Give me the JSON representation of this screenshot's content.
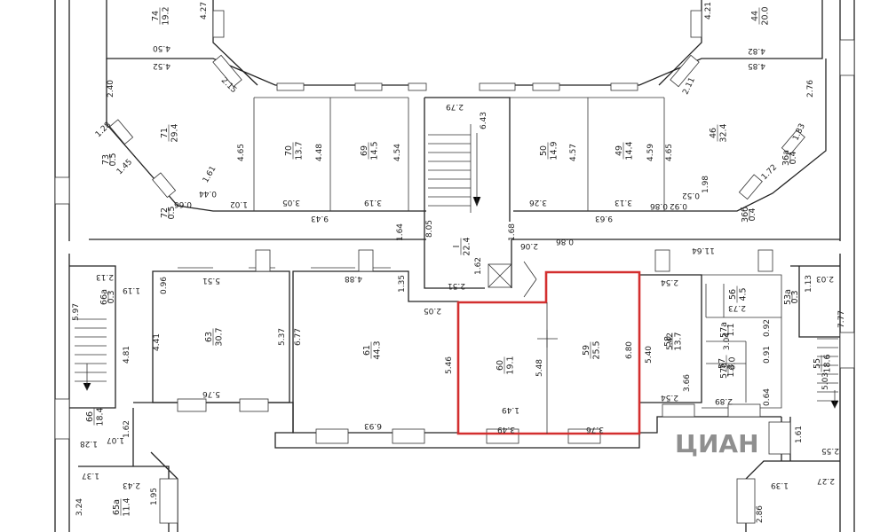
{
  "plan": {
    "highlight_color": "#d32f2f",
    "watermark": "ЦИАН",
    "rooms": [
      {
        "id": "74",
        "area": "19.2"
      },
      {
        "id": "44",
        "area": "20.0"
      },
      {
        "id": "71",
        "area": "29.4"
      },
      {
        "id": "70",
        "area": "13.7"
      },
      {
        "id": "69",
        "area": "14.5"
      },
      {
        "id": "50",
        "area": "14.9"
      },
      {
        "id": "49",
        "area": "14.4"
      },
      {
        "id": "46",
        "area": "32.4"
      },
      {
        "id": "I",
        "area": "22.4"
      },
      {
        "id": "63",
        "area": "30.7"
      },
      {
        "id": "61",
        "area": "44.3"
      },
      {
        "id": "60",
        "area": "19.1"
      },
      {
        "id": "59",
        "area": "25.5"
      },
      {
        "id": "58",
        "area": "13.7"
      },
      {
        "id": "56",
        "area": "4.5"
      },
      {
        "id": "57",
        "area": "6.0"
      },
      {
        "id": "66",
        "area": "18.4"
      },
      {
        "id": "65a",
        "area": "11.4"
      },
      {
        "id": "55",
        "area": "18.6"
      },
      {
        "id": "66a",
        "area": "0.3"
      },
      {
        "id": "53a",
        "area": "0.3"
      },
      {
        "id": "73",
        "area": "0.5"
      },
      {
        "id": "72",
        "area": "0.5"
      },
      {
        "id": "36a",
        "area": "0.4"
      },
      {
        "id": "36б",
        "area": "0.4"
      },
      {
        "id": "57a",
        "area": "1.1"
      },
      {
        "id": "57б",
        "area": "1.3"
      }
    ],
    "dims": [
      "4.27",
      "4.50",
      "4.52",
      "2.40",
      "1.28",
      "1.45",
      "2.15",
      "1.61",
      "0.66",
      "0.44",
      "1.02",
      "4.65",
      "4.48",
      "4.54",
      "3.05",
      "3.19",
      "9.43",
      "2.79",
      "6.43",
      "8.05",
      "1.64",
      "1.68",
      "2.06",
      "0.86",
      "3.26",
      "4.57",
      "3.13",
      "4.59",
      "4.65",
      "9.63",
      "0.92",
      "0.52",
      "0.86",
      "2.11",
      "1.98",
      "1.72",
      "1.83",
      "2.76",
      "4.85",
      "4.82",
      "4.21",
      "11.64",
      "2.51",
      "1.62",
      "2.13",
      "5.97",
      "1.19",
      "0.96",
      "5.51",
      "4.41",
      "5.37",
      "4.81",
      "5.76",
      "4.88",
      "6.77",
      "1.35",
      "2.05",
      "5.46",
      "6.93",
      "5.48",
      "3.49",
      "6.80",
      "3.76",
      "2.54",
      "5.40",
      "5.42",
      "2.73",
      "3.04",
      "0.92",
      "0.91",
      "3.66",
      "2.89",
      "0.64",
      "2.03",
      "1.13",
      "7.77",
      "5.03",
      "1.61",
      "2.55",
      "1.39",
      "2.27",
      "2.86",
      "1.37",
      "2.43",
      "3.24",
      "1.95",
      "1.07",
      "1.62",
      "1.28",
      "2.54",
      "1.49"
    ]
  }
}
